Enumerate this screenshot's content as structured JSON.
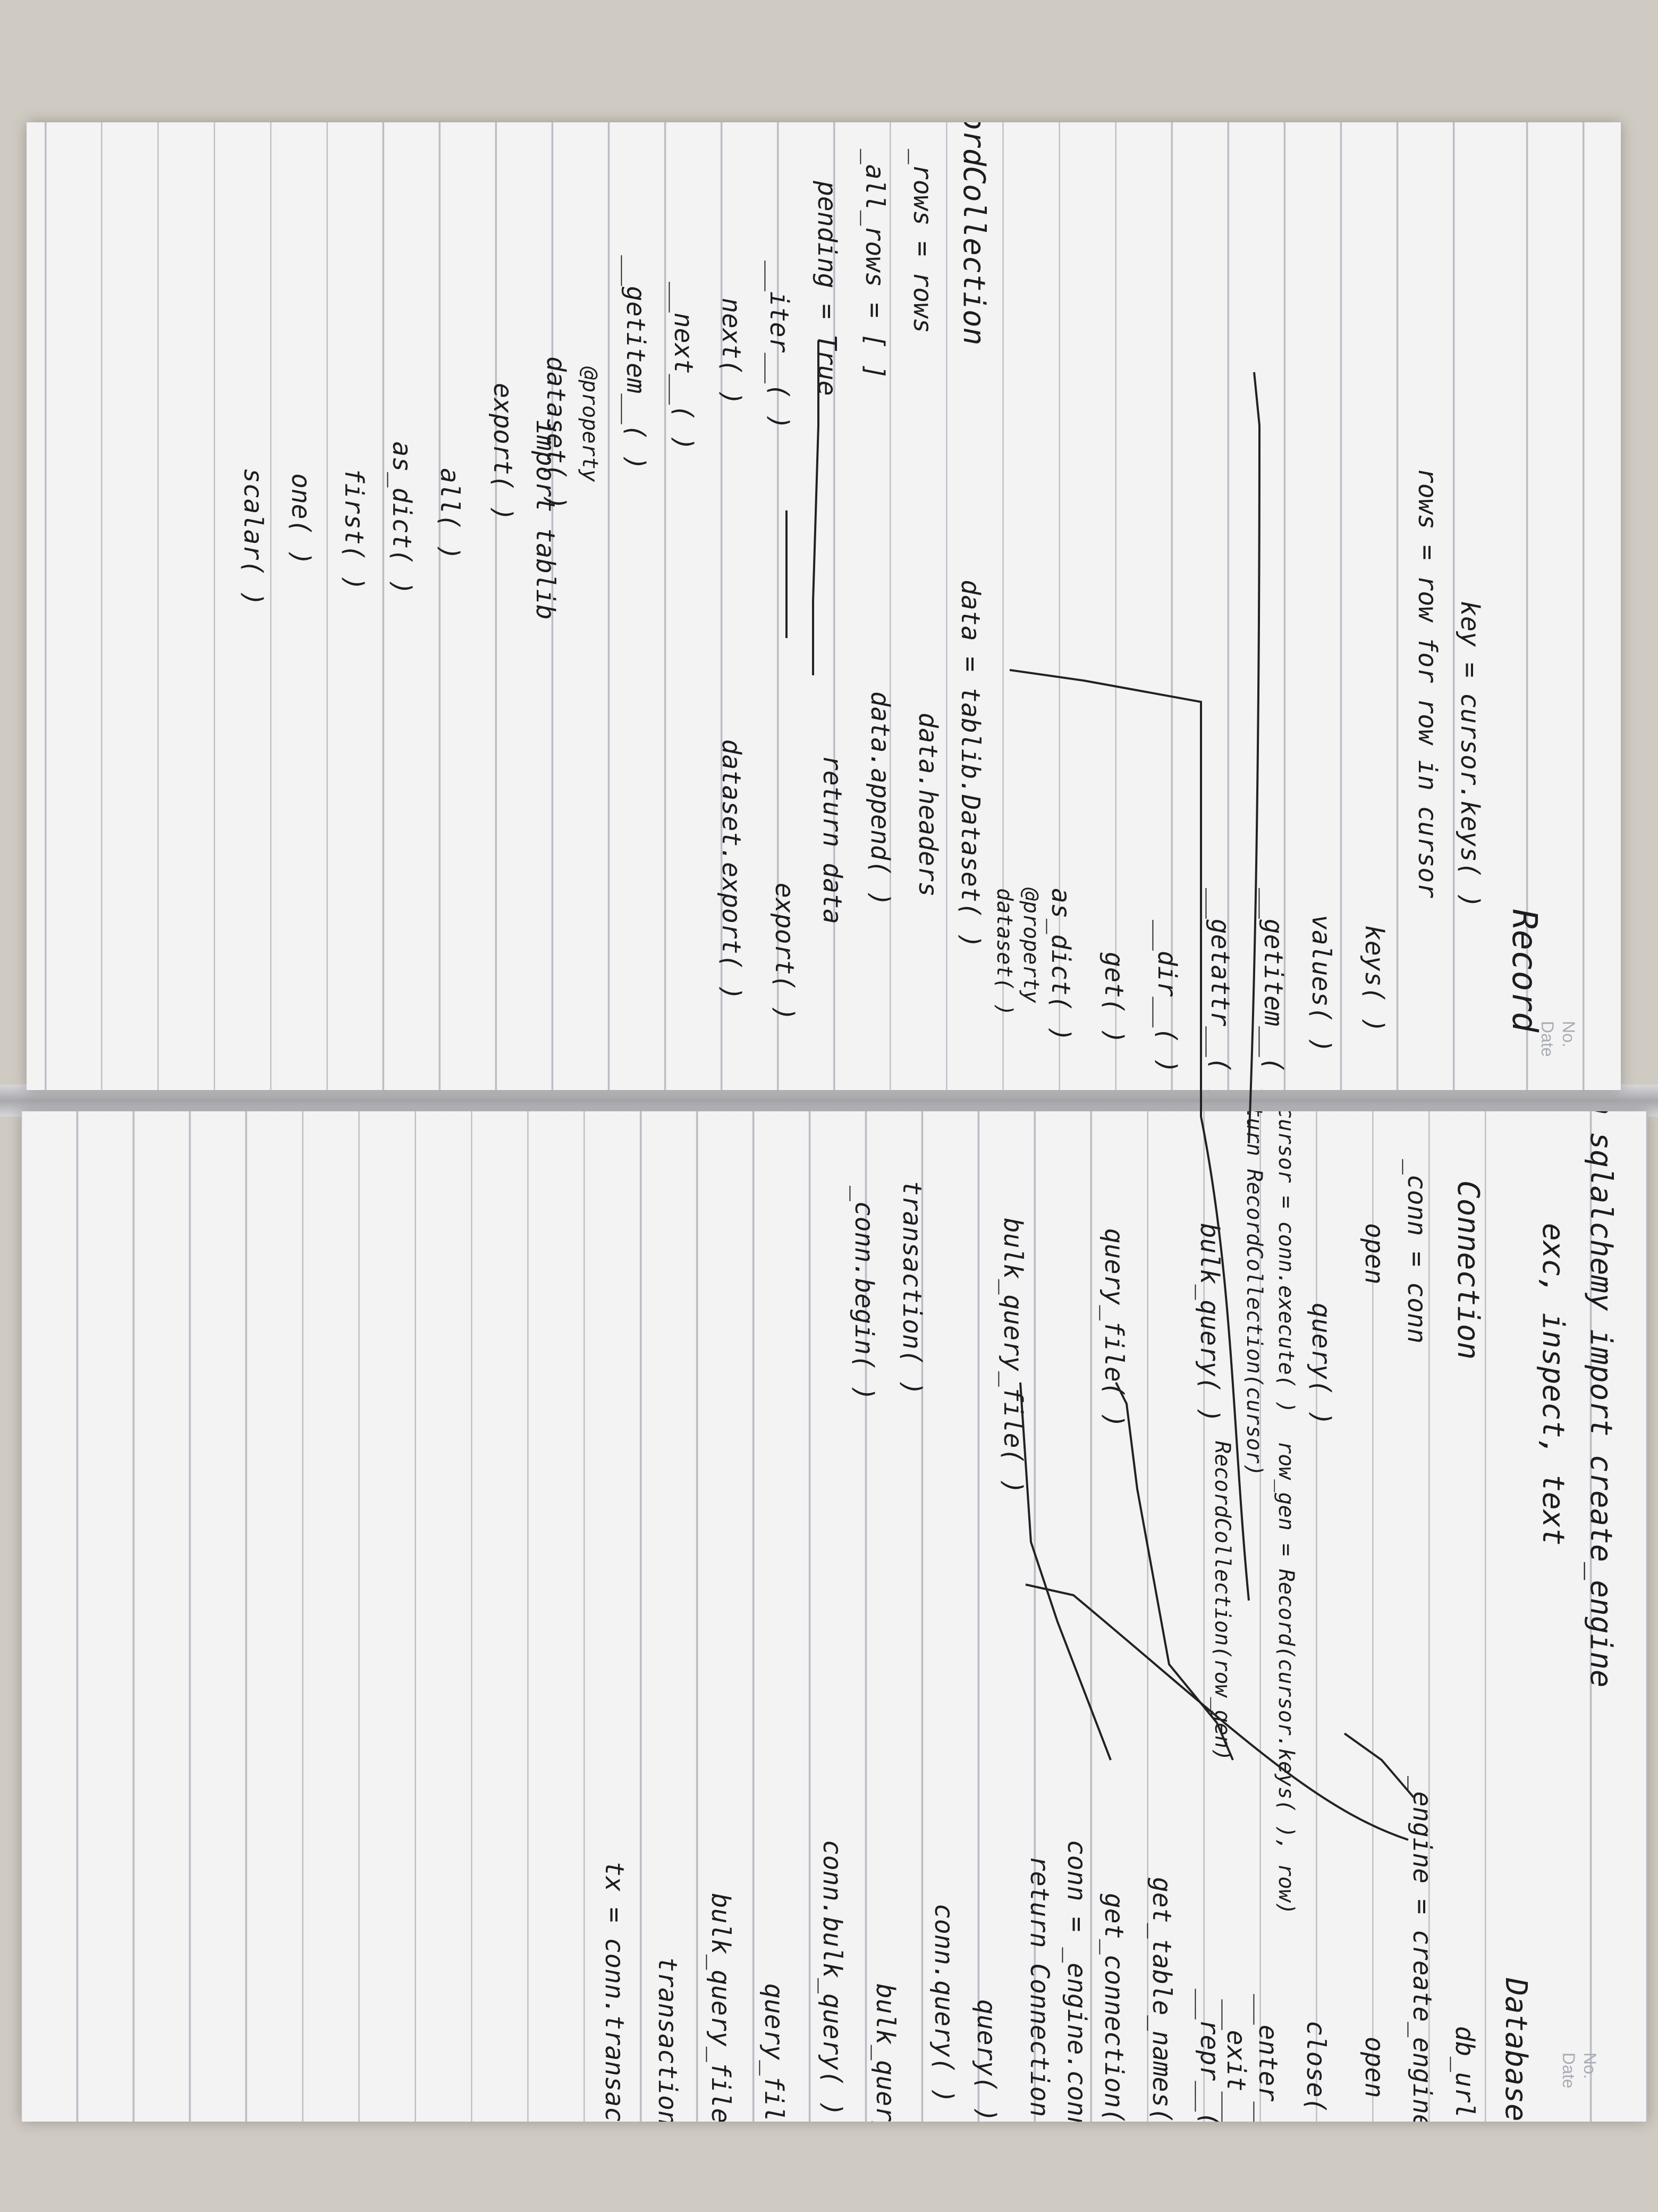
{
  "notebook": {
    "left_page": {
      "meta_no": "No.",
      "meta_date": "Date",
      "record": {
        "title": "Record",
        "lines": [
          "key = cursor.keys( )",
          "rows = row for row in cursor",
          "keys( )",
          "values( )",
          "__getitem__( )",
          "__getattr__( )",
          "__dir__( )",
          "get( )",
          "as_dict( )",
          "@property",
          "dataset( )",
          "data = tablib.Dataset( )",
          "data.headers",
          "data.append( )",
          "return data",
          "export( )",
          "dataset.export( )"
        ],
        "import_note": "import tablib"
      },
      "record_collection": {
        "title": "RecordCollection",
        "lines": [
          "_rows = rows",
          "_all_rows = [ ]",
          "pending = True",
          "__iter__( )",
          "next( )",
          "__next__( )",
          "__getitem__( )",
          "@property",
          "dataset( )",
          "export( )",
          "all( )",
          "as_dict( )",
          "first( )",
          "one( )",
          "scalar( )"
        ]
      }
    },
    "right_page": {
      "meta_no": "No.",
      "meta_date": "Date",
      "imports": [
        "from sqlalchemy import create_engine",
        "exc, inspect, text"
      ],
      "database": {
        "title": "Database",
        "lines": [
          "db_url",
          "_engine = create_engine( )",
          "open",
          "close( )",
          "__enter__( )",
          "__exit__( )",
          "__repr__( )",
          "get_table_names( )",
          "get_connection( )",
          "conn = _engine.connect( )",
          "return Connection(conn)",
          "query( )",
          "conn.query( )",
          "bulk_query( )",
          "conn.bulk_query( )",
          "query_file( )",
          "bulk_query_file( )",
          "transaction( )",
          "tx = conn.transaction"
        ]
      },
      "connection": {
        "title": "Connection",
        "lines": [
          "_conn = conn",
          "open",
          "query( )",
          "cursor = conn.execute( )",
          "row_gen = Record(cursor.keys( ), row)",
          "return RecordCollection(cursor)",
          "RecordCollection(row_gen)",
          "bulk_query( )",
          "query_file( )",
          "bulk_query_file( )",
          "transaction( )",
          "_conn.begin( )"
        ]
      }
    }
  }
}
